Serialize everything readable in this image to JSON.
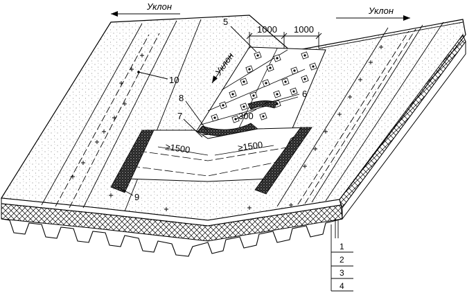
{
  "slope_labels": {
    "left": "Уклон",
    "right": "Уклон",
    "center": "Уклон"
  },
  "dimensions": {
    "width_a": "1000",
    "width_b": "1000",
    "overlap": "300",
    "dist_left": "≥1500",
    "dist_right": "≥1500"
  },
  "callouts": {
    "c5": "5",
    "c6": "6",
    "c7": "7",
    "c8": "8",
    "c9": "9",
    "c10": "10"
  },
  "legend": {
    "items": [
      "1",
      "2",
      "3",
      "4"
    ]
  },
  "colors": {
    "line": "#000000",
    "fill": "#ffffff",
    "dark": "#1a1a1a"
  }
}
